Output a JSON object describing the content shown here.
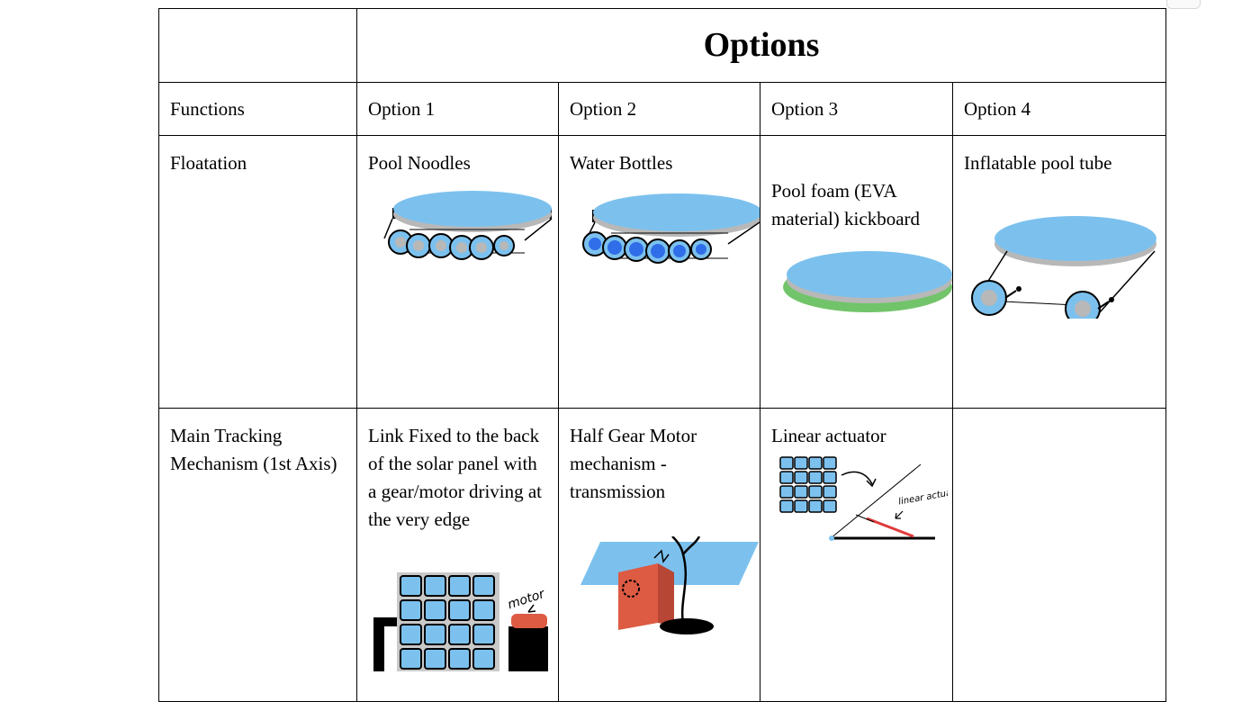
{
  "table": {
    "title": "Options",
    "headers": [
      "Functions",
      "Option 1",
      "Option 2",
      "Option 3",
      "Option 4"
    ],
    "rows": [
      {
        "function": "Floatation",
        "options": [
          "Pool Noodles",
          "Water Bottles",
          "Pool foam (EVA material) kickboard",
          "Inflatable pool tube"
        ]
      },
      {
        "function": "Main Tracking Mechanism (1st Axis)",
        "options": [
          "Link Fixed to the back of the solar panel with a gear/motor driving at the very edge",
          "Half Gear Motor mechanism - transmission",
          "Linear actuator",
          ""
        ]
      }
    ]
  },
  "sketch_labels": {
    "motor": "motor",
    "linear_actuator": "linear actuator"
  },
  "colors": {
    "platform_blue": "#7cc1ee",
    "platform_edge": "#b8b8b8",
    "bottle_blue": "#2f6ee8",
    "foam_green": "#72c46a",
    "motor_red": "#dd5a43",
    "actuator_red": "#e03a3a"
  }
}
